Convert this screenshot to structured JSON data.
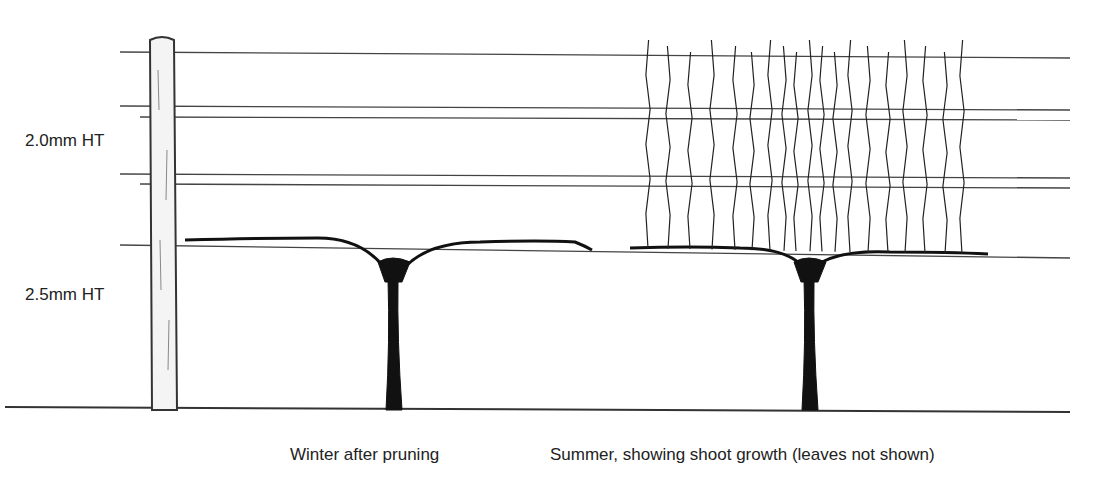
{
  "diagram": {
    "labels": [
      "2.0mm HT",
      "2.5mm HT",
      "Winter after pruning",
      "Summer, showing shoot growth (leaves not shown)"
    ]
  }
}
